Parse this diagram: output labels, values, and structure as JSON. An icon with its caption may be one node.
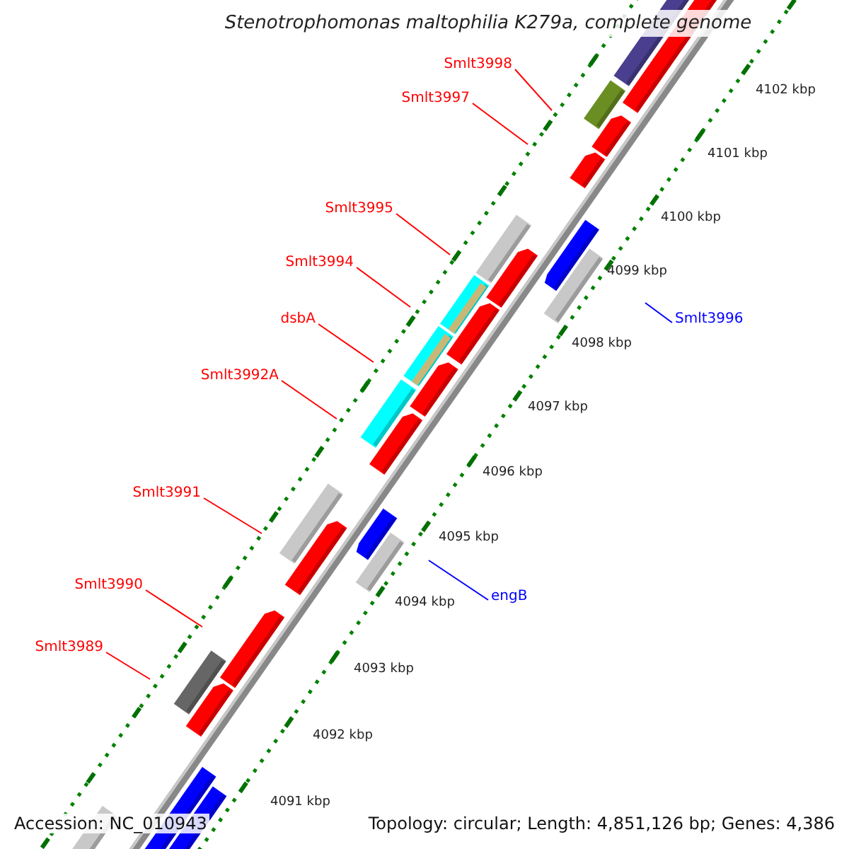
{
  "diagram": {
    "title": "Stenotrophomonas maltophilia K279a, complete genome",
    "nodes": [
      {
        "text": [
          "Smlt3998"
        ]
      },
      {
        "text": [
          "Smlt3997"
        ]
      },
      {
        "text": [
          "Smlt3995"
        ]
      },
      {
        "text": [
          "Smlt3994"
        ]
      },
      {
        "text": [
          "dsbA"
        ]
      },
      {
        "text": [
          "Smlt3992A"
        ]
      },
      {
        "text": [
          "Smlt3991"
        ]
      },
      {
        "text": [
          "Smlt3990"
        ]
      },
      {
        "text": [
          "Smlt3989"
        ]
      },
      {
        "text": [
          "Smlt3996"
        ]
      },
      {
        "text": [
          "engB"
        ]
      }
    ],
    "edges": [
      {
        "from": 0,
        "to": null,
        "arrow": "none"
      },
      {
        "from": 1,
        "to": null,
        "arrow": "none"
      },
      {
        "from": 2,
        "to": null,
        "arrow": "none"
      },
      {
        "from": 3,
        "to": null,
        "arrow": "none"
      },
      {
        "from": 4,
        "to": null,
        "arrow": "none"
      },
      {
        "from": 5,
        "to": null,
        "arrow": "none"
      },
      {
        "from": 6,
        "to": null,
        "arrow": "none"
      },
      {
        "from": 7,
        "to": null,
        "arrow": "none"
      },
      {
        "from": 8,
        "to": null,
        "arrow": "none"
      },
      {
        "from": 9,
        "to": null,
        "arrow": "none",
        "color": "#0000ff"
      },
      {
        "from": 10,
        "to": null,
        "arrow": "none",
        "color": "#0000ff"
      }
    ],
    "labels": [
      "4102 kbp",
      "4101 kbp",
      "4100 kbp",
      "4099 kbp",
      "4098 kbp",
      "4097 kbp",
      "4096 kbp",
      "4095 kbp",
      "4094 kbp",
      "4093 kbp",
      "4092 kbp",
      "4091 kbp",
      "Accession: NC_010943",
      "Topology: circular; Length: 4,851,126 bp; Genes: 4,386"
    ]
  }
}
